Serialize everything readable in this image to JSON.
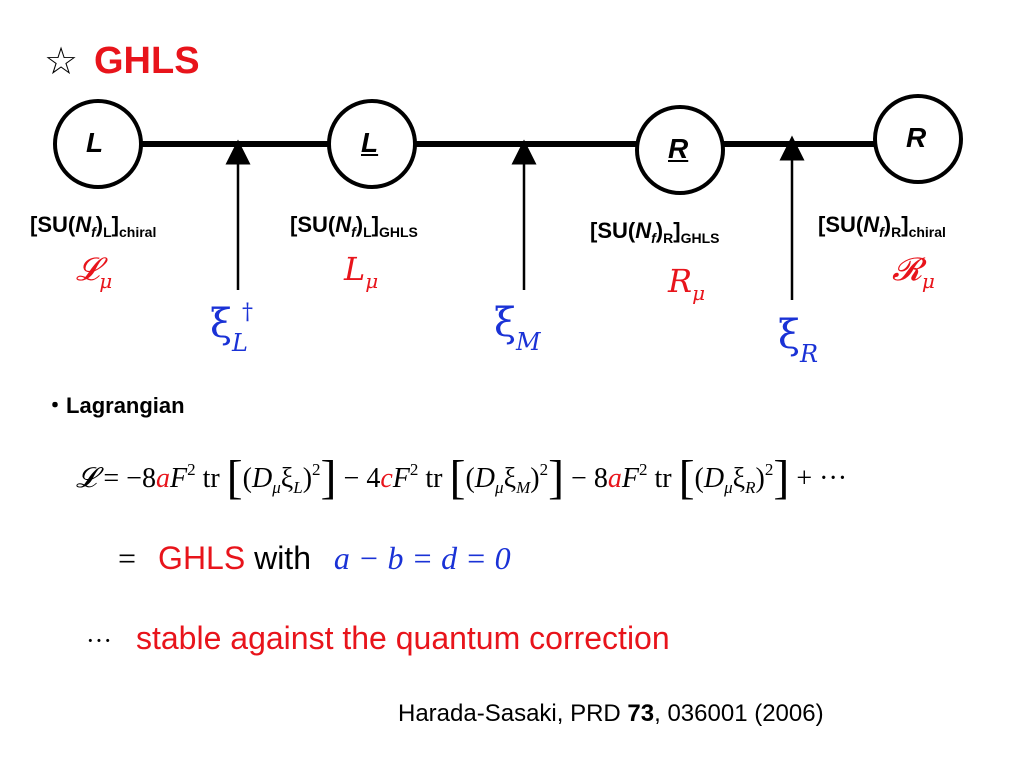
{
  "header": {
    "star": "☆",
    "title": "GHLS"
  },
  "nodes": [
    {
      "label": "L",
      "underline": false
    },
    {
      "label": "L",
      "underline": true
    },
    {
      "label": "R",
      "underline": true
    },
    {
      "label": "R",
      "underline": false
    }
  ],
  "groups": [
    {
      "open": "[SU(",
      "N": "N",
      "f": "f",
      "close": ")",
      "sub1": "L",
      "bracket": "]",
      "sub2": "chiral"
    },
    {
      "open": "[SU(",
      "N": "N",
      "f": "f",
      "close": ")",
      "sub1": "L",
      "bracket": "]",
      "sub2": "GHLS"
    },
    {
      "open": "[SU(",
      "N": "N",
      "f": "f",
      "close": ")",
      "sub1": "R",
      "bracket": "]",
      "sub2": "GHLS"
    },
    {
      "open": "[SU(",
      "N": "N",
      "f": "f",
      "close": ")",
      "sub1": "R",
      "bracket": "]",
      "sub2": "chiral"
    }
  ],
  "fields": [
    {
      "sym": "𝓛",
      "sub": "μ"
    },
    {
      "sym": "L",
      "sub": "μ"
    },
    {
      "sym": "R",
      "sub": "μ"
    },
    {
      "sym": "𝓡",
      "sub": "μ"
    }
  ],
  "links": [
    {
      "sym": "ξ",
      "sub": "L",
      "sup": "†"
    },
    {
      "sym": "ξ",
      "sub": "M",
      "sup": ""
    },
    {
      "sym": "ξ",
      "sub": "R",
      "sup": ""
    }
  ],
  "section": {
    "bullet": "・",
    "label": "Lagrangian"
  },
  "lagrangian": {
    "L": "𝓛",
    "eq": " = −8",
    "a1": "a",
    "F1": "F",
    "sq": "2",
    "tr": " tr ",
    "lb": "[",
    "lp": "(",
    "D": "D",
    "mu": "μ",
    "xi": "ξ",
    "subL": "L",
    "rp": ")",
    "rb": "]",
    "minus4": " − 4",
    "c": "c",
    "subM": "M",
    "minus8": " − 8",
    "a2": "a",
    "subR": "R",
    "tail": " + ···"
  },
  "line2": {
    "eq": "=",
    "ghls": "GHLS",
    "with": " with ",
    "cond": "a − b = d = 0"
  },
  "line3": {
    "dots": "···",
    "text": "stable against the quantum correction"
  },
  "reference": {
    "authors": "Harada-Sasaki, PRD ",
    "vol": "73",
    "rest": ", 036001 (2006)"
  }
}
